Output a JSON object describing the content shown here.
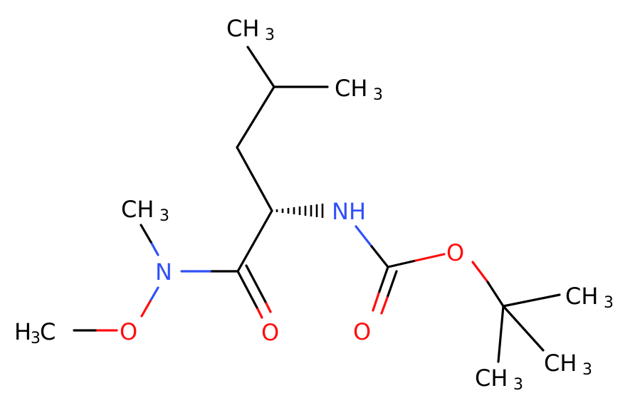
{
  "molecule": {
    "colors": {
      "carbon": "#000000",
      "nitrogen": "#3050f8",
      "oxygen": "#ff0d0d",
      "background": "#ffffff"
    },
    "labels": {
      "methyl_top_iso": "CH3",
      "methyl_right_iso": "CH3",
      "nh": "NH",
      "n_methyl": "CH3",
      "n_amide": "N",
      "o_carbonyl_amide": "O",
      "o_methoxy": "O",
      "methoxy_methyl": "H3C",
      "o_ester": "O",
      "o_carbonyl_boc": "O",
      "tbu_methyl_1": "CH3",
      "tbu_methyl_2": "CH3",
      "tbu_methyl_3": "CH3"
    }
  }
}
